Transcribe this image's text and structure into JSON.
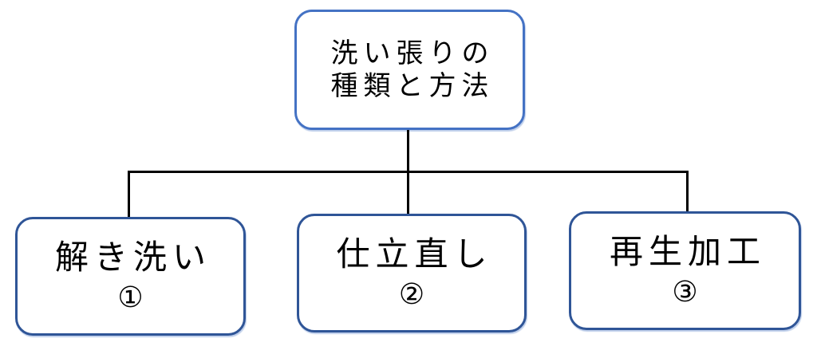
{
  "diagram": {
    "root": {
      "line1": "洗い張りの",
      "line2": "種類と方法"
    },
    "children": [
      {
        "label": "解き洗い",
        "number": "①"
      },
      {
        "label": "仕立直し",
        "number": "②"
      },
      {
        "label": "再生加工",
        "number": "③"
      }
    ],
    "colors": {
      "root_border": "#4472C4",
      "child_border": "#2F5597",
      "connector": "#000000",
      "text": "#000000",
      "background": "#FFFFFF"
    }
  }
}
